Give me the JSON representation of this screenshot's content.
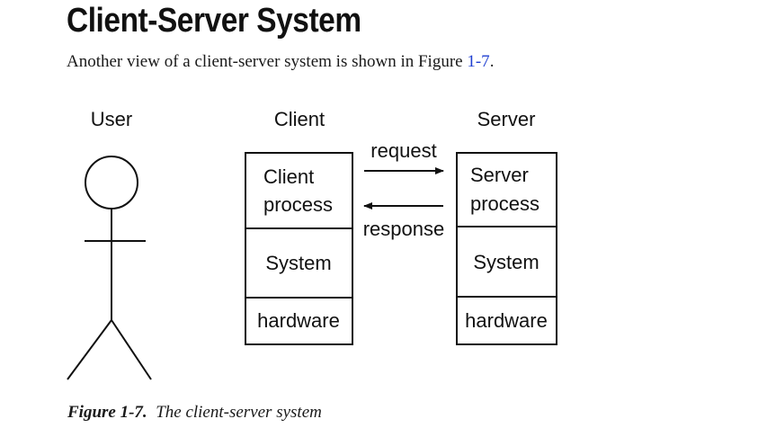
{
  "section": {
    "heading": "Client-Server System",
    "intro_before": "Another view of a client-server system is shown in Figure ",
    "intro_link": "1-7",
    "intro_after": "."
  },
  "diagram": {
    "user_label": "User",
    "client": {
      "title": "Client",
      "process_line1": "Client",
      "process_line2": "process",
      "system": "System",
      "hardware": "hardware"
    },
    "server": {
      "title": "Server",
      "process_line1": "Server",
      "process_line2": "process",
      "system": "System",
      "hardware": "hardware"
    },
    "request_label": "request",
    "response_label": "response"
  },
  "caption": {
    "label": "Figure 1-7.",
    "text": "The client-server system"
  }
}
